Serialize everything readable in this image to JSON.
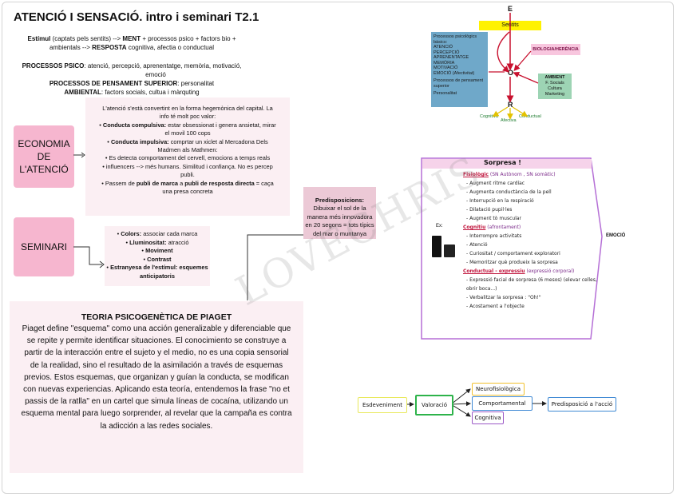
{
  "title": "ATENCIÓ I SENSACIÓ. intro i seminari T2.1",
  "intro": {
    "estimul_label": "Estímul",
    "estimul_rest": " (captats pels sentits) --> ",
    "ment": "MENT",
    "ment_rest": " + processos psico + factors bio +",
    "line2_pre": "ambientals --> ",
    "resposta": "RESPOSTA",
    "resposta_rest": " cognitiva, afectia o conductual",
    "processos_psico_label": "PROCESSOS PSICO",
    "processos_psico_text": ": atenció, percepció, aprenentatge, memòria, motivació,",
    "processos_psico_text2": "emoció",
    "pensament_label": "PROCESSOS DE PENSAMENT SUPERIOR",
    "pensament_text": ": personalitat",
    "ambiental_label": "AMBIENTAL",
    "ambiental_text": ":  factors socials, cultua i màrquting"
  },
  "diagram": {
    "blue_box": [
      "Processos psicològics bàsics:",
      "ATENCIÓ",
      "PERCEPCIÓ",
      "APRENENTATGE",
      "MEMÒRIA",
      "MOTIVACIÓ",
      "EMOCIÓ (Afectivitat)",
      "",
      "Processos de pensament superior",
      "",
      "Personalitat"
    ],
    "letter_e": "E",
    "sentits": "Sentits",
    "letter_o": "O",
    "letter_r": "R",
    "biologia": "BIOLOGIA/HERÈNCIA",
    "ambient_title": "AMBIENT",
    "ambient_items": [
      "F. Socials",
      "Cultura",
      "Marketing"
    ],
    "cognitiva": "Cognitiva",
    "afectiva": "Afectiva",
    "conductual": "Conductual"
  },
  "economia": {
    "label_lines": [
      "ECONOMIA",
      "DE",
      "L'ATENCIÓ"
    ],
    "intro": "L'atenció s'està convertint en la forma hegemònica del capital. La info té molt poc valor:",
    "b1_bold": "Conducta compulsiva:",
    "b1_text": " estar obsessionat i genera ansietat, mirar el movil 100 cops",
    "b2_bold": "Conducta impulsiva:",
    "b2_text": " comprtar un xiclet al Mercadona Dels Madmen als Mathmen:",
    "b3": "Es detecta comportament del cervell, emocions a temps reals",
    "b4": "influencers --> més humans. Similitud i confiança. No es percep publi.",
    "b5_pre": "Passem de ",
    "b5_bold1": "publi de marca",
    "b5_mid": " a ",
    "b5_bold2": "publi de resposta directa",
    "b5_post": " = caça una presa concreta"
  },
  "seminari": {
    "label": "SEMINARI",
    "colors_bold": "Colors:",
    "colors_text": " associar cada marca",
    "lluminositat_bold": "Lluminositat:",
    "lluminositat_text": " atracció",
    "moviment": "Moviment",
    "contrast": "Contrast",
    "estranyesa": "Estranyesa de l'estímul: esquemes anticipatoris"
  },
  "predisposicions": {
    "title": "Predisposicions:",
    "text": "Dibuixar el sol de la manera més innovadora en 20 segons = tots típics del mar o muntanya"
  },
  "piaget": {
    "title": "TEORIA PSICOGENÈTICA DE PIAGET",
    "body": "Piaget define \"esquema\" como una acción generalizable y diferenciable que se repite y permite identificar situaciones. El conocimiento se construye a partir de la interacción entre el sujeto y el medio, no es una copia sensorial de la realidad, sino el resultado de la asimilación a través de esquemas previos. Estos esquemas, que organizan y guían la conducta, se modifican con nuevas experiencias. Aplicando esta teoría, entendemos la frase \"no et passis de la ratlla\" en un cartel que simula líneas de cocaína, utilizando un esquema mental para luego sorprender, al revelar que la campaña es contra la adicción a las redes sociales."
  },
  "sorpresa": {
    "title": "Sorpresa !",
    "ex": "Ex:",
    "emocio": "EMOCIÓ",
    "fisiologic_head": "Fisiològic",
    "fisiologic_note": " (SN Autònom , SN somàtic)",
    "fisiologic_items": [
      "Augment ritme cardíac",
      "Augmenta conductància de la pell",
      "Interrupció en la respiració",
      "Dilatació pupil·les",
      "Augment tò muscular"
    ],
    "cognitiu_head": "Cognitiu",
    "cognitiu_note": " (afrontament)",
    "cognitiu_items": [
      "Interrompre activitats",
      "Atenció",
      "Curiositat / comportament exploratori",
      "Memoritzar què produeix la sorpresa"
    ],
    "conductual_head": "Conductual - expressiu",
    "conductual_note": " (expressió corporal)",
    "conductual_items": [
      "Expressió facial de sorpresa (6 mesos) (elevar celles, obrir boca...)",
      "Verbalitzar la sorpresa : \"Oh!\"",
      "Acostament a l'objecte"
    ]
  },
  "flow": {
    "esdeveniment": "Esdeveniment",
    "valoracio": "Valoració",
    "neurofisiologica": "Neurofisiològica",
    "comportamental": "Comportamental",
    "cognitiva": "Cognitiva",
    "predisposicio": "Predisposició a l'acció"
  },
  "watermark": "LOVECHRIS",
  "colors": {
    "pink": "#f6b6cf",
    "light_pink": "#fbeff3",
    "blue_box": "#6fa8c9",
    "yellow": "#fff200",
    "purple": "#b56fd6",
    "arrow_red": "#c8102e"
  }
}
